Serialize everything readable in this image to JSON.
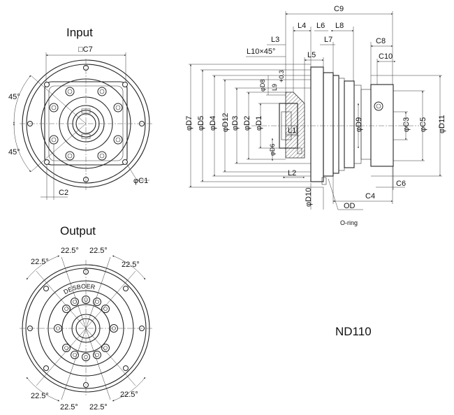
{
  "titles": {
    "input": "Input",
    "output": "Output",
    "model": "ND110"
  },
  "input_view": {
    "square": "□C7",
    "angle_top": "45°",
    "angle_bottom": "45°",
    "hole_dia": "φC1",
    "offset": "C2"
  },
  "output_view": {
    "brand": "DESBOER",
    "angle": "22.5°"
  },
  "side_view": {
    "top_dims": [
      "C9",
      "L4",
      "L6",
      "L8",
      "L3",
      "L7",
      "C8",
      "L10×45°",
      "L5",
      "C10"
    ],
    "left_dims": [
      "φD7",
      "φD5",
      "φD4",
      "φD12",
      "φD3",
      "φD2",
      "φD1",
      "φD8",
      "L9",
      "φD6",
      "L1",
      "L2"
    ],
    "right_dims": [
      "φD9",
      "φC3",
      "φC5",
      "φD11"
    ],
    "bottom_dims": [
      "C6",
      "C4",
      "φD10",
      "OD"
    ],
    "oring": "O-ring",
    "l9_tol": "+0.3"
  }
}
